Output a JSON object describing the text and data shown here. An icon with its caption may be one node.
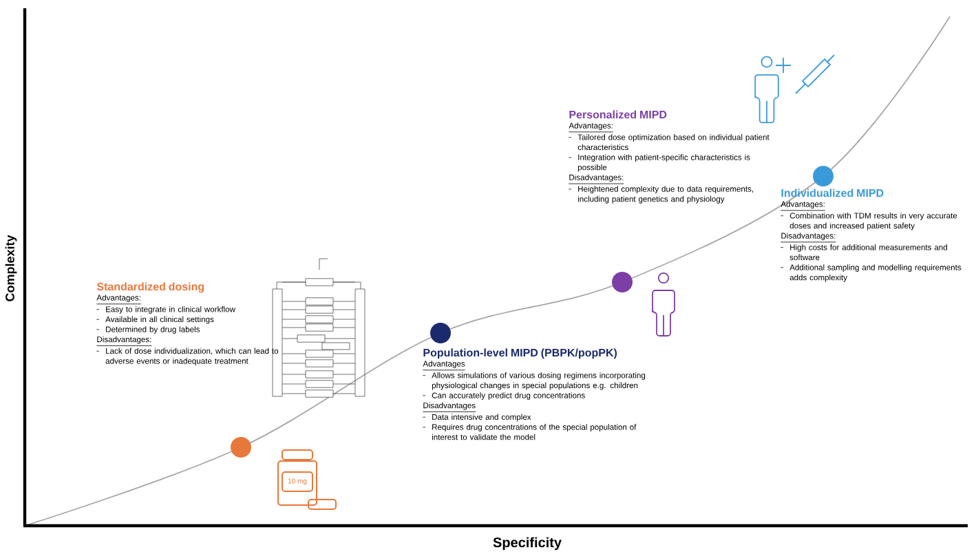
{
  "diagram": {
    "labels": [
      "Complexity",
      "Specificity",
      "Personalized MIPD",
      "Advantages:",
      "Tailored dose optimization based on individual patient characteristics",
      "Integration with patient-specific characteristics is possible",
      "Disadvantages:",
      "Heightened complexity due to data requirements, including patient genetics and physiology",
      "Individualized MIPD",
      "Advantages:",
      "Combination with TDM results in very accurate doses and increased patient safety",
      "Disadvantages:",
      "High costs for additional measurements and software",
      "Additional sampling and modelling requirements adds complexity",
      "Standardized dosing",
      "Advantages:",
      "Easy to integrate in clinical workflow",
      "Available in all clinical settings",
      "Determined by drug labels",
      "Disadvantages:",
      "Lack of dose individualization, which can lead to adverse events or inadequate treatment",
      "Population-level MIPD (PBPK/popPK)",
      "Advantages",
      "Allows simulations of various dosing regimens incorporating physiological changes in special populations e.g. children",
      "Can accurately predict drug concentrations",
      "Disadvantages",
      "Data intensive and complex",
      "Requires drug concentrations of the special population of interest to validate the model",
      "10 mg"
    ]
  }
}
